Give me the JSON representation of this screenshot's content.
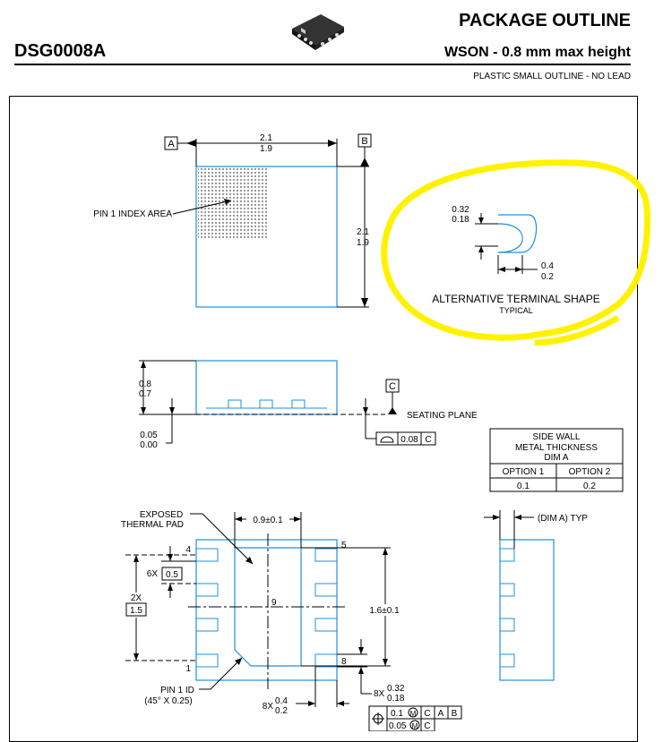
{
  "header": {
    "document_number": "DSG0008A",
    "title": "PACKAGE OUTLINE",
    "subtitle": "WSON - 0.8 mm max height",
    "description": "PLASTIC SMALL OUTLINE - NO LEAD"
  },
  "top_view": {
    "datum_a": "A",
    "datum_b": "B",
    "width_max": "2.1",
    "width_min": "1.9",
    "height_max": "2.1",
    "height_min": "1.9",
    "pin1_label": "PIN 1 INDEX AREA"
  },
  "alt_terminal": {
    "dim1_max": "0.32",
    "dim1_min": "0.18",
    "dim2_max": "0.4",
    "dim2_min": "0.2",
    "title": "ALTERNATIVE TERMINAL SHAPE",
    "subtitle": "TYPICAL"
  },
  "side_view": {
    "height_max": "0.8",
    "height_min": "0.7",
    "standoff_max": "0.05",
    "standoff_min": "0.00",
    "datum_c": "C",
    "seating_label": "SEATING PLANE",
    "flatness_value": "0.08",
    "flatness_datum": "C"
  },
  "metal_table": {
    "header_line1": "SIDE WALL",
    "header_line2": "METAL THICKNESS",
    "header_line3": "DIM A",
    "columns": [
      "OPTION 1",
      "OPTION 2"
    ],
    "values": [
      "0.1",
      "0.2"
    ]
  },
  "bottom_view": {
    "pad_label_line1": "EXPOSED",
    "pad_label_line2": "THERMAL PAD",
    "pad_width": "0.9±0.1",
    "pad_height": "1.6±0.1",
    "pitch_count": "6X",
    "pitch_value": "0.5",
    "span_count": "2X",
    "span_value": "1.5",
    "pin4": "4",
    "pin5": "5",
    "pin8": "8",
    "pin1": "1",
    "pin9": "9",
    "pin1_id_line1": "PIN 1 ID",
    "pin1_id_line2": "(45° X 0.25)",
    "len_count": "8X",
    "len_max": "0.4",
    "len_min": "0.2",
    "wid_count": "8X",
    "wid_max": "0.32",
    "wid_min": "0.18",
    "tol1": "0.1",
    "tol1_datums": [
      "C",
      "A",
      "B"
    ],
    "tol2": "0.05",
    "tol2_datum": "C"
  },
  "end_view": {
    "dim_label": "(DIM A) TYP"
  },
  "colors": {
    "outline": "#1f8fe0",
    "highlight": "#fff200",
    "ink": "#000000"
  }
}
